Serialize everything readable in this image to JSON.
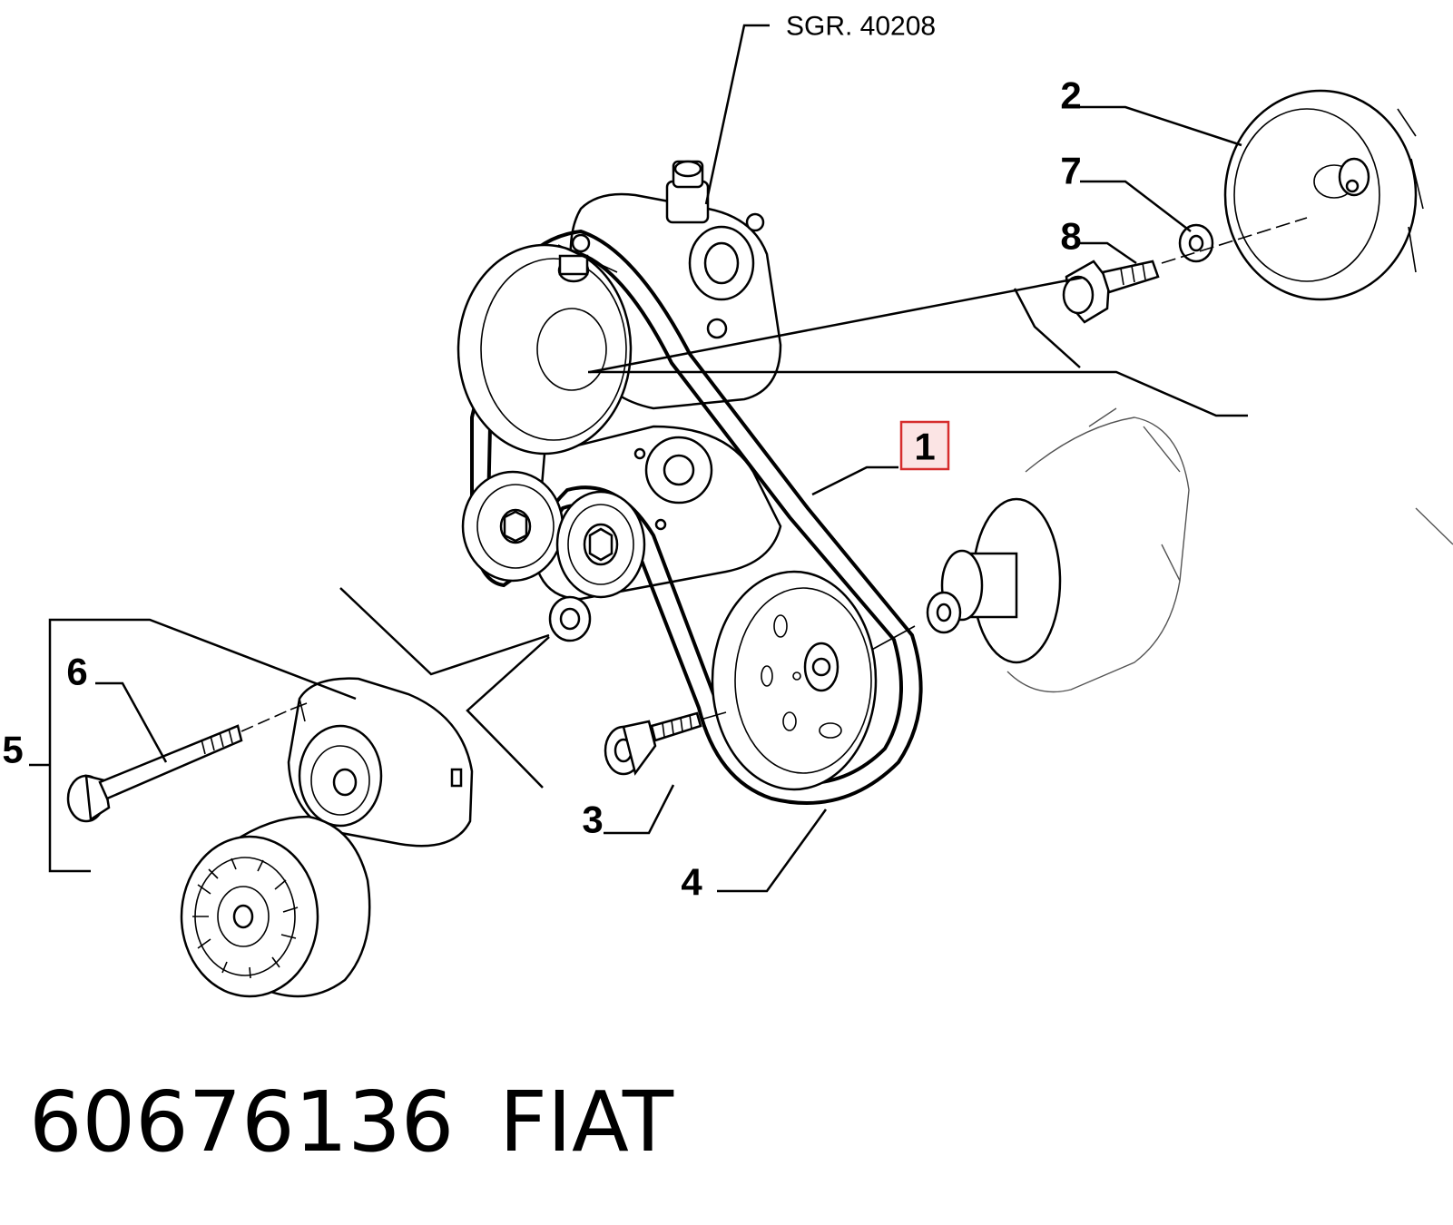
{
  "reference": "SGR. 40208",
  "callouts": {
    "belt": "1",
    "pulley": "2",
    "screw": "3",
    "crank_pulley": "4",
    "tensioner_assembly": "5",
    "tensioner_bolt": "6",
    "washer": "7",
    "bolt": "8"
  },
  "caption": {
    "part_number": "60676136",
    "brand": "FIAT"
  },
  "colors": {
    "highlight_border": "#d62c2c",
    "highlight_fill": "#fbe4e4"
  }
}
